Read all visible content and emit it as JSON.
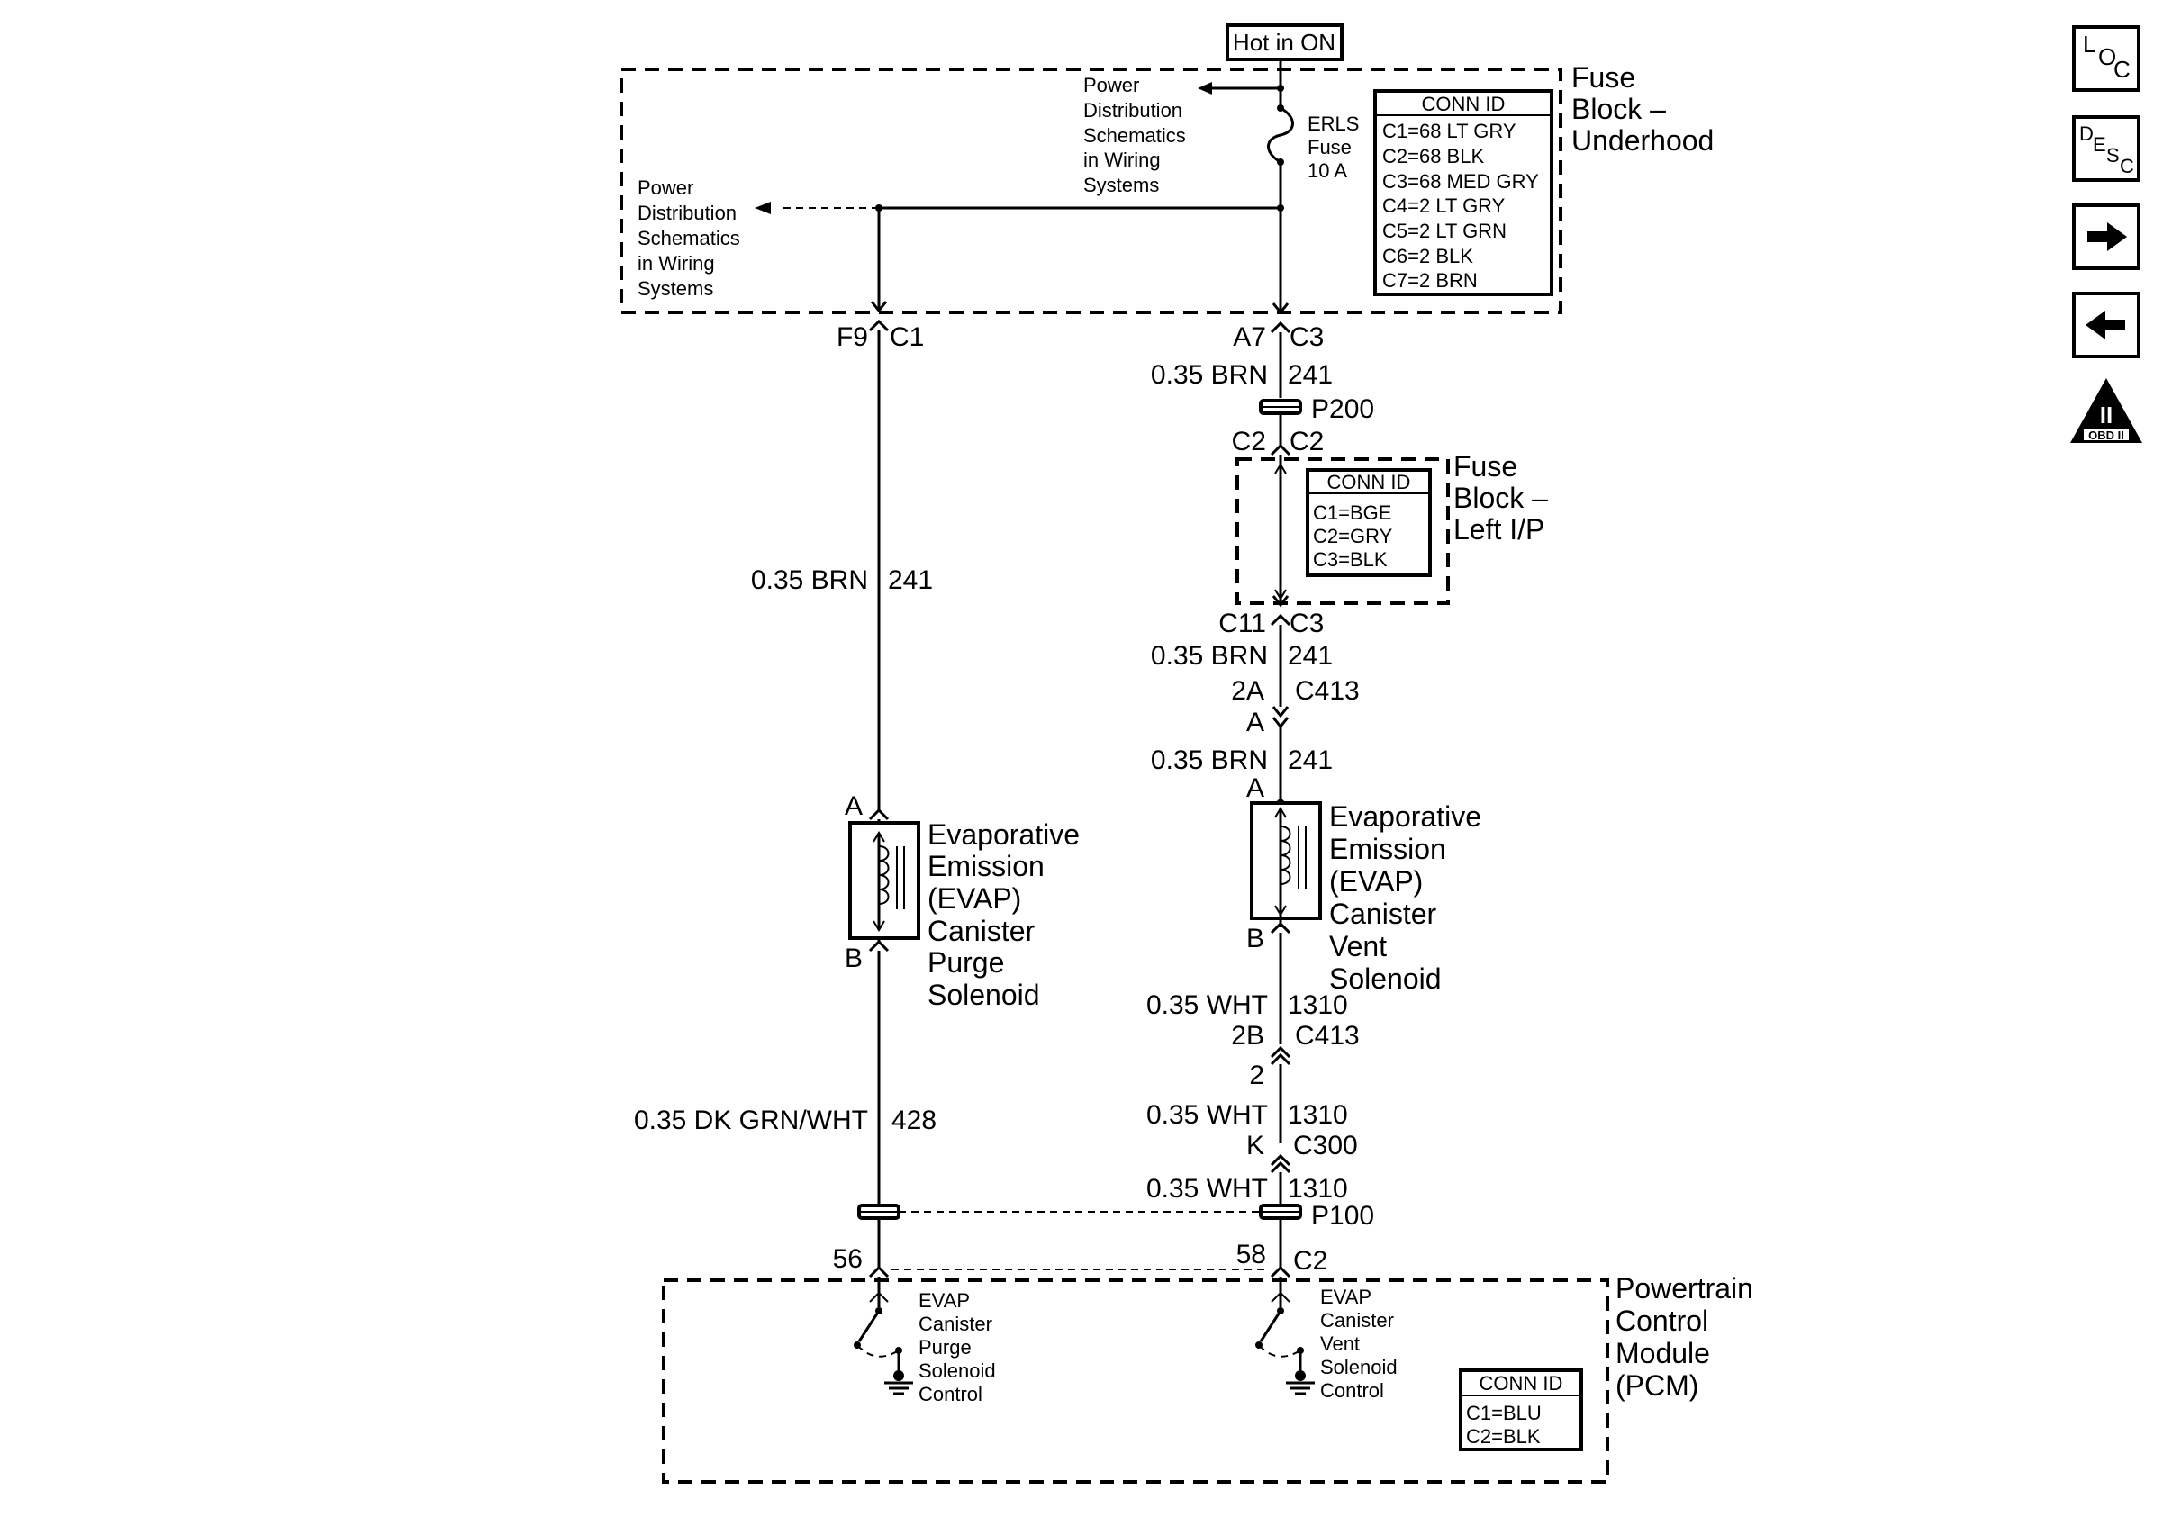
{
  "power_source": "Hot in ON",
  "power_dist_label": [
    "Power",
    "Distribution",
    "Schematics",
    "in Wiring",
    "Systems"
  ],
  "fuse": {
    "name": "ERLS",
    "word": "Fuse",
    "rating": "10 A"
  },
  "underhood": {
    "title": [
      "Fuse",
      "Block –",
      "Underhood"
    ],
    "conn_header": "CONN ID",
    "conn_ids": [
      "C1=68 LT GRY",
      "C2=68 BLK",
      "C3=68 MED GRY",
      "C4=2 LT GRY",
      "C5=2 LT GRN",
      "C6=2 BLK",
      "C7=2 BRN"
    ]
  },
  "left_ip": {
    "title": [
      "Fuse",
      "Block –",
      "Left I/P"
    ],
    "conn_header": "CONN ID",
    "conn_ids": [
      "C1=BGE",
      "C2=GRY",
      "C3=BLK"
    ]
  },
  "pcm": {
    "title": [
      "Powertrain",
      "Control",
      "Module",
      "(PCM)"
    ],
    "conn_header": "CONN ID",
    "conn_ids": [
      "C1=BLU",
      "C2=BLK"
    ],
    "purge_control": [
      "EVAP",
      "Canister",
      "Purge",
      "Solenoid",
      "Control"
    ],
    "vent_control": [
      "EVAP",
      "Canister",
      "Vent",
      "Solenoid",
      "Control"
    ]
  },
  "purge_solenoid": [
    "Evaporative",
    "Emission",
    "(EVAP)",
    "Canister",
    "Purge",
    "Solenoid"
  ],
  "vent_solenoid": [
    "Evaporative",
    "Emission",
    "(EVAP)",
    "Canister",
    "Vent",
    "Solenoid"
  ],
  "labels": {
    "f9": "F9",
    "c1": "C1",
    "a7": "A7",
    "c3": "C3",
    "brn": "0.35 BRN",
    "ckt241": "241",
    "p200": "P200",
    "c2": "C2",
    "c11": "C11",
    "c413": "C413",
    "pin2a": "2A",
    "pinA": "A",
    "pinB": "B",
    "wht": "0.35 WHT",
    "ckt1310": "1310",
    "pin2b": "2B",
    "pin2": "2",
    "pinK": "K",
    "c300": "C300",
    "p100": "P100",
    "dkgrn": "0.35 DK GRN/WHT",
    "ckt428": "428",
    "pin56": "56",
    "pin58": "58"
  },
  "nav": {
    "loc_letters": [
      "L",
      "O",
      "C"
    ],
    "desc_letters": [
      "D",
      "E",
      "S",
      "C"
    ],
    "obd_numeral": "II",
    "obd_text": "OBD II"
  }
}
